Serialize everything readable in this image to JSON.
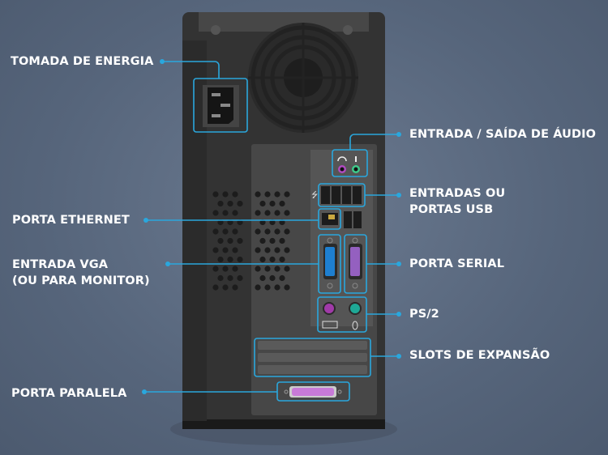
{
  "colors": {
    "accent": "#2aa7dd",
    "case": "#323232",
    "background": "#5a697f"
  },
  "labels": {
    "power": "TOMADA DE ENERGIA",
    "audio": "ENTRADA / SAÍDA DE ÁUDIO",
    "usb_line1": "ENTRADAS OU",
    "usb_line2": "PORTAS USB",
    "ethernet": "PORTA ETHERNET",
    "vga_line1": "ENTRADA VGA",
    "vga_line2": "(OU PARA MONITOR)",
    "serial": "PORTA SERIAL",
    "ps2": "PS/2",
    "expansion": "SLOTS DE EXPANSÃO",
    "parallel": "PORTA PARALELA"
  }
}
